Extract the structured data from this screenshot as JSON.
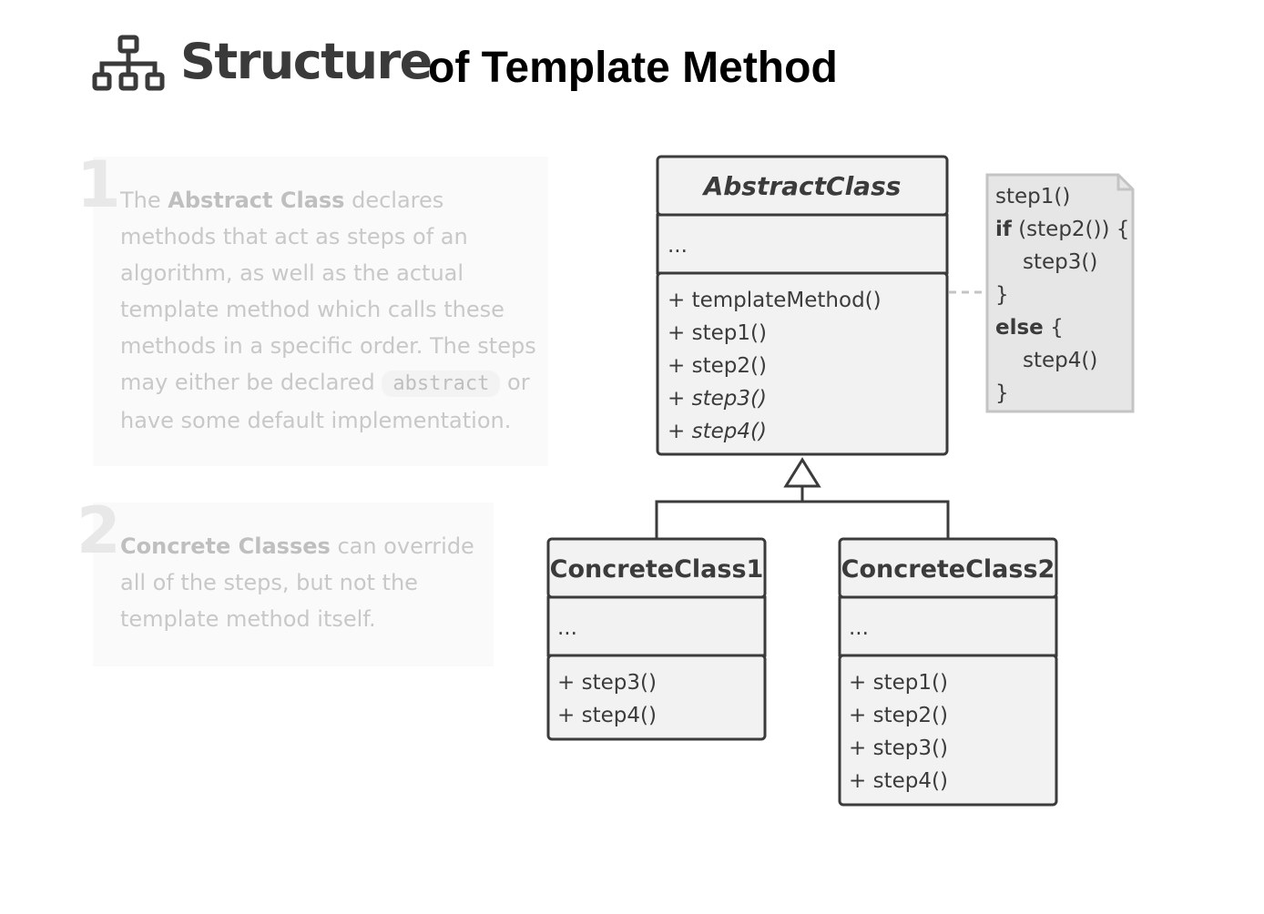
{
  "header": {
    "title_main": "Structure",
    "title_sub": "of Template Method",
    "icon": "hierarchy-icon"
  },
  "notes": [
    {
      "number": "1",
      "parts": [
        "The ",
        "Abstract Class",
        " declares methods that act as steps of an algorithm, as well as the actual template method which calls these methods in a specific order. The steps may either be declared ",
        "abstract",
        " or have some default implementation."
      ]
    },
    {
      "number": "2",
      "parts": [
        "Concrete Classes",
        " can override all of the steps, but not the template method itself."
      ]
    }
  ],
  "diagram": {
    "abstract_class": {
      "name": "AbstractClass",
      "fields": "...",
      "methods": [
        "+ templateMethod()",
        "+ step1()",
        "+ step2()",
        "+ step3()",
        "+ step4()"
      ],
      "italic_methods": [
        3,
        4
      ]
    },
    "concrete_classes": [
      {
        "name": "ConcreteClass1",
        "fields": "...",
        "methods": [
          "+ step3()",
          "+ step4()"
        ]
      },
      {
        "name": "ConcreteClass2",
        "fields": "...",
        "methods": [
          "+ step1()",
          "+ step2()",
          "+ step3()",
          "+ step4()"
        ]
      }
    ],
    "code_note": {
      "lines": [
        {
          "text": "step1()",
          "indent": 0
        },
        {
          "kw": "if",
          "text": " (step2()) {",
          "indent": 0
        },
        {
          "text": "step3()",
          "indent": 1
        },
        {
          "text": "}",
          "indent": 0
        },
        {
          "kw": "else",
          "text": " {",
          "indent": 0
        },
        {
          "text": "step4()",
          "indent": 1
        },
        {
          "text": "}",
          "indent": 0
        }
      ]
    }
  },
  "colors": {
    "stroke": "#3b3b3b",
    "box_fill": "#f2f2f2",
    "note_fill": "#e6e6e6",
    "note_stroke": "#c4c4c4"
  }
}
